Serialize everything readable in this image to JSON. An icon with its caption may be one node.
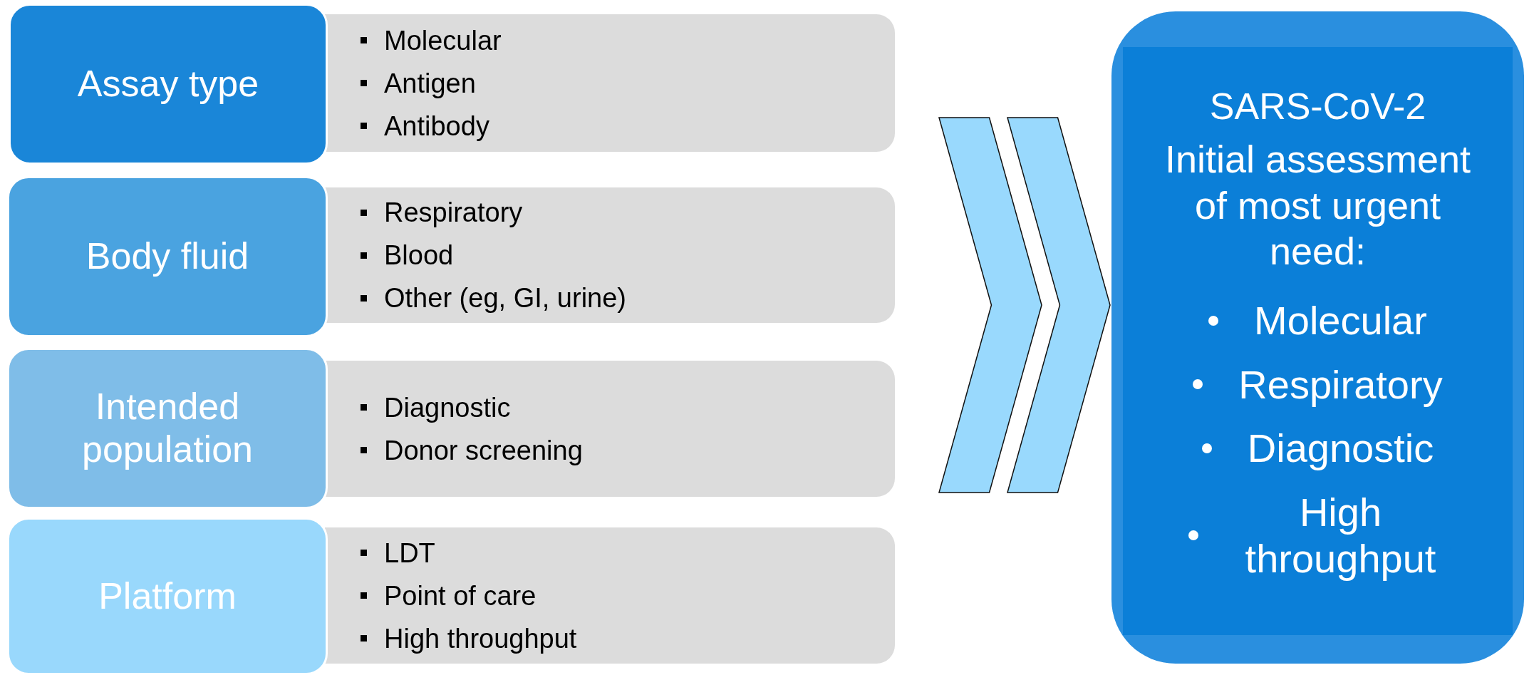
{
  "diagram": {
    "nodes": [
      {
        "text": [
          "Assay type"
        ]
      },
      {
        "text": [
          "Molecular",
          "Antigen",
          "Antibody"
        ]
      },
      {
        "text": [
          "Body fluid"
        ]
      },
      {
        "text": [
          "Respiratory",
          "Blood",
          "Other (eg, GI, urine)"
        ]
      },
      {
        "text": [
          "Intended population"
        ]
      },
      {
        "text": [
          "Diagnostic",
          "Donor screening"
        ]
      },
      {
        "text": [
          "Platform"
        ]
      },
      {
        "text": [
          "LDT",
          "Point of care",
          "High throughput"
        ]
      },
      {
        "text": [
          "SARS-CoV-2",
          "Initial assessment of most urgent need:",
          "Molecular",
          "Respiratory",
          "Diagnostic",
          "High throughput"
        ]
      }
    ],
    "edges": [
      {
        "from": null,
        "to": 8,
        "arrow": "to"
      }
    ]
  }
}
